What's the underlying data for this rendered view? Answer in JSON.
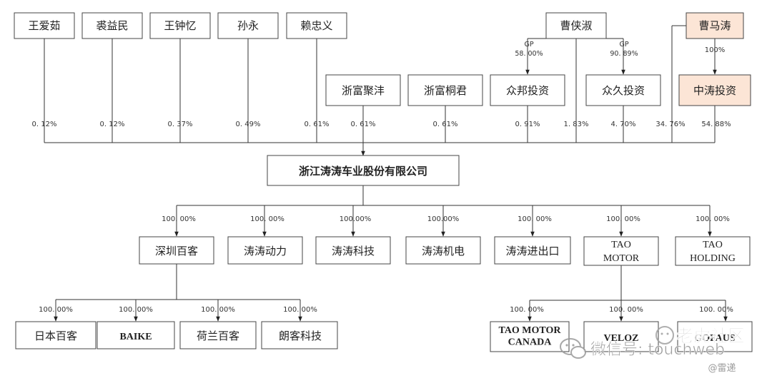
{
  "colors": {
    "highlight_fill": "#fce5d6",
    "line": "#333333",
    "watermark": "#9a9a9a"
  },
  "top_people": [
    "王爱茹",
    "裘益民",
    "王钟忆",
    "孙永",
    "赖忠义"
  ],
  "top_people_pct": [
    "0. 12%",
    "0. 12%",
    "0. 37%",
    "0. 49%",
    "0. 61%"
  ],
  "cao_xiashu": {
    "name": "曹侠淑",
    "direct_pct": "1. 83%"
  },
  "cao_matao": {
    "name": "曹马涛",
    "direct_pct": "34. 76%",
    "to_zhongtao_pct": "100%"
  },
  "mid_entities": [
    {
      "name": "浙富聚沣",
      "pct": "0. 61%"
    },
    {
      "name": "浙富桐君",
      "pct": "0. 61%"
    },
    {
      "name": "众邦投资",
      "pct": "0. 91%",
      "gp_label": "GP",
      "gp_pct": "58. 00%"
    },
    {
      "name": "众久投资",
      "pct": "4. 70%",
      "gp_label": "GP",
      "gp_pct": "90. 89%"
    },
    {
      "name": "中涛投资",
      "pct": "54. 88%"
    }
  ],
  "company": "浙江涛涛车业股份有限公司",
  "subsidiaries": [
    {
      "name": "深圳百客",
      "pct": "100. 00%"
    },
    {
      "name": "涛涛动力",
      "pct": "100. 00%"
    },
    {
      "name": "涛涛科技",
      "pct": "100.00%"
    },
    {
      "name": "涛涛机电",
      "pct": "100.00%"
    },
    {
      "name": "涛涛进出口",
      "pct": "100. 00%"
    },
    {
      "name": "TAO\nMOTOR",
      "pct": "100. 00%"
    },
    {
      "name": "TAO\nHOLDING",
      "pct": "100. 00%"
    }
  ],
  "baike_subs": [
    {
      "name": "日本百客",
      "pct": "100. 00%"
    },
    {
      "name": "BAIKE",
      "pct": "100. 00%"
    },
    {
      "name": "荷兰百客",
      "pct": "100. 00%"
    },
    {
      "name": "朗客科技",
      "pct": "100. 00%"
    }
  ],
  "taomotor_subs": [
    {
      "name": "TAO MOTOR\nCANADA",
      "pct": "100. 00%"
    },
    {
      "name": "VELOZ",
      "pct": "100. 00%"
    },
    {
      "name": "GOFAUS",
      "pct": "100. 00%"
    }
  ],
  "watermark": {
    "main": "微信号: touchweb",
    "badge": "老虎社区",
    "corner": "@雷递"
  }
}
